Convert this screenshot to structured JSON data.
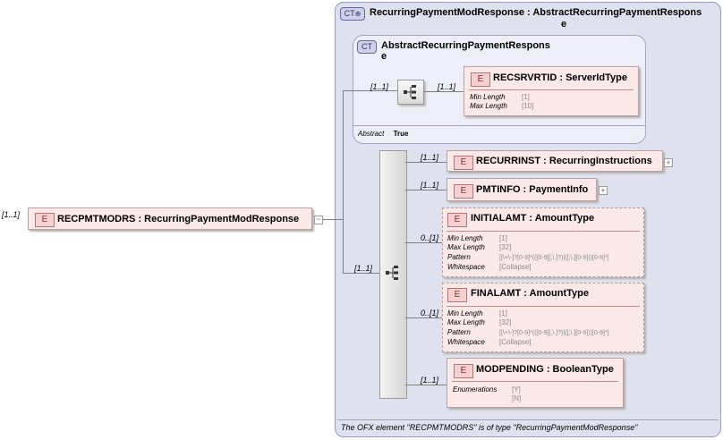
{
  "root": {
    "occurrence": "[1..1]",
    "tag": "E",
    "name": "RECPMTMODRS : RecurringPaymentModResponse"
  },
  "complex_type": {
    "tag": "CT",
    "title_line1": "RecurringPaymentModResponse : AbstractRecurringPaymentRespons",
    "title_line2": "e",
    "footer": "The OFX element \"RECPMTMODRS\" is of type \"RecurringPaymentModResponse\""
  },
  "abstract_type": {
    "tag": "CT",
    "title_line1": "AbstractRecurringPaymentRespons",
    "title_line2": "e",
    "abstract_label": "Abstract",
    "abstract_value": "True",
    "sequence_occurrence": "[1..1]",
    "child_occurrence": "[1..1]",
    "child": {
      "tag": "E",
      "name": "RECSRVRTID : ServerIdType",
      "facets": [
        {
          "label": "Min Length",
          "value": "[1]"
        },
        {
          "label": "Max Length",
          "value": "[10]"
        }
      ]
    }
  },
  "sequence_occurrence": "[1..1]",
  "elements": [
    {
      "occurrence": "[1..1]",
      "tag": "E",
      "name": "RECURRINST : RecurringInstructions",
      "facets": []
    },
    {
      "occurrence": "[1..1]",
      "tag": "E",
      "name": "PMTINFO : PaymentInfo",
      "facets": []
    },
    {
      "occurrence": "0..[1]",
      "tag": "E",
      "name": "INITIALAMT : AmountType",
      "facets": [
        {
          "label": "Min Length",
          "value": "[1]"
        },
        {
          "label": "Max Length",
          "value": "[32]"
        },
        {
          "label": "Pattern",
          "value": "[[\\+\\-]?[0-9]*(([0-9][,\\.]?)|([,\\.][0-9]))[0-9]*]"
        },
        {
          "label": "Whitespace",
          "value": "[Collapse]"
        }
      ]
    },
    {
      "occurrence": "0..[1]",
      "tag": "E",
      "name": "FINALAMT : AmountType",
      "facets": [
        {
          "label": "Min Length",
          "value": "[1]"
        },
        {
          "label": "Max Length",
          "value": "[32]"
        },
        {
          "label": "Pattern",
          "value": "[[\\+\\-]?[0-9]*(([0-9][,\\.]?)|([,\\.][0-9]))[0-9]*]"
        },
        {
          "label": "Whitespace",
          "value": "[Collapse]"
        }
      ]
    },
    {
      "occurrence": "[1..1]",
      "tag": "E",
      "name": "MODPENDING : BooleanType",
      "facets": [
        {
          "label": "Enumerations",
          "value": "[Y]"
        },
        {
          "label": "",
          "value": "[N]"
        }
      ]
    }
  ]
}
